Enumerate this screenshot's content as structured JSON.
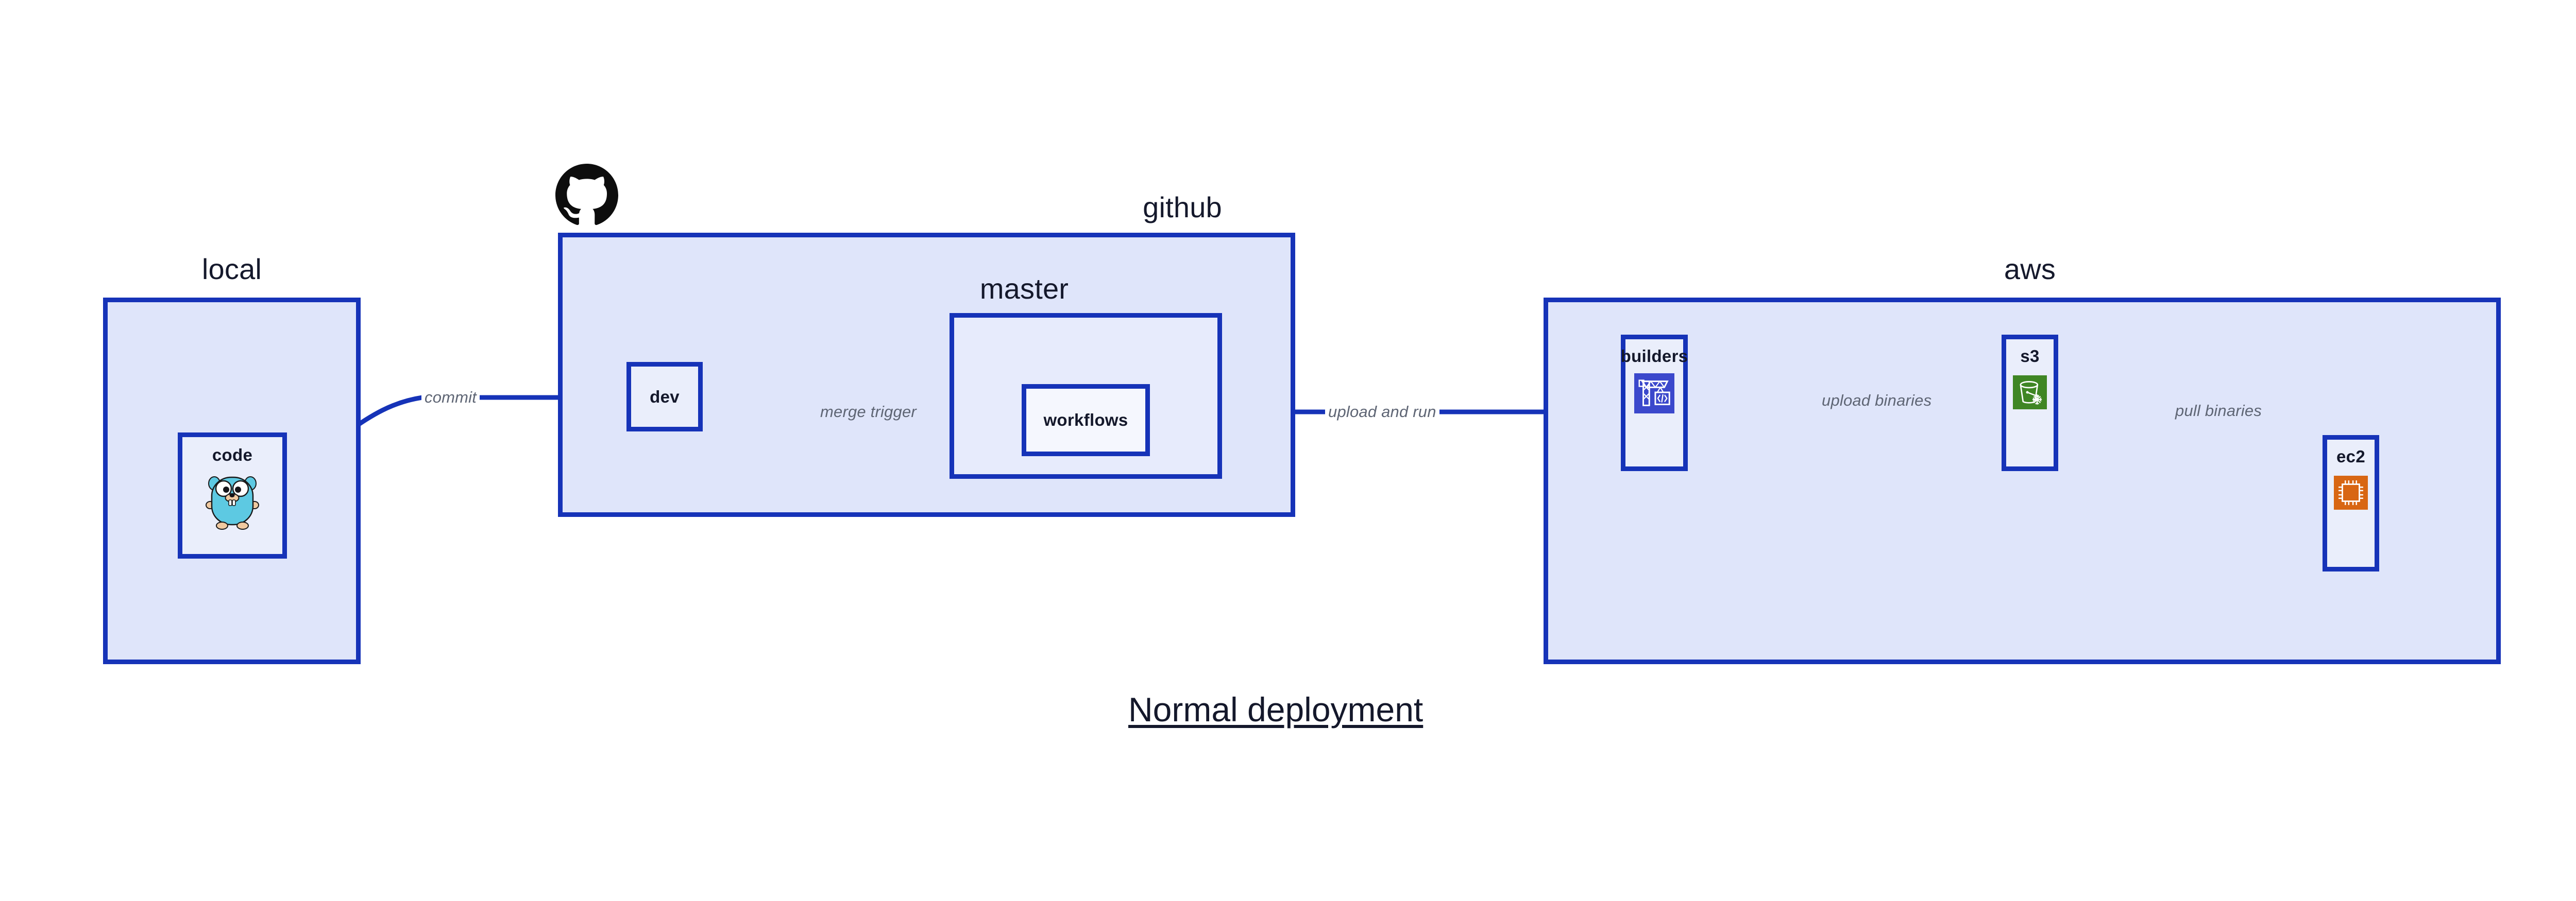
{
  "title": "Normal deployment",
  "colors": {
    "group_fill": "#dfe5fa",
    "node_fill": "#eaeefb",
    "node_fill_deep": "#f5f7fe",
    "border_blue": "#1633b8",
    "edge_blue": "#1633b8",
    "label_gray": "#5e6574",
    "text_dark": "#14182b",
    "codebuild_blue": "#3b48cc",
    "s3_green": "#3f8624",
    "ec2_orange": "#d86613",
    "gopher_cyan": "#5dc9e2",
    "github_black": "#0d0d0d"
  },
  "groups": [
    {
      "id": "local",
      "label": "local"
    },
    {
      "id": "github",
      "label": "github"
    },
    {
      "id": "master",
      "label": "master"
    },
    {
      "id": "aws",
      "label": "aws"
    }
  ],
  "nodes": [
    {
      "id": "code",
      "label": "code",
      "icon": "go-gopher-icon"
    },
    {
      "id": "dev",
      "label": "dev",
      "icon": null
    },
    {
      "id": "workflows",
      "label": "workflows",
      "icon": null
    },
    {
      "id": "builders",
      "label": "builders",
      "icon": "aws-codebuild-icon"
    },
    {
      "id": "s3",
      "label": "s3",
      "icon": "aws-s3-bucket-icon"
    },
    {
      "id": "ec2",
      "label": "ec2",
      "icon": "aws-ec2-chip-icon"
    }
  ],
  "edges": [
    {
      "id": "commit",
      "label": "commit",
      "from": "code",
      "to": "dev"
    },
    {
      "id": "merge-trigger",
      "label": "merge trigger",
      "from": "dev",
      "to": "workflows"
    },
    {
      "id": "upload-and-run",
      "label": "upload and run",
      "from": "workflows",
      "to": "builders"
    },
    {
      "id": "upload-binaries",
      "label": "upload binaries",
      "from": "builders",
      "to": "s3"
    },
    {
      "id": "pull-binaries",
      "label": "pull binaries",
      "from": "s3",
      "to": "ec2"
    }
  ],
  "logos": [
    {
      "id": "github-logo",
      "name": "github-octocat-logo"
    }
  ]
}
